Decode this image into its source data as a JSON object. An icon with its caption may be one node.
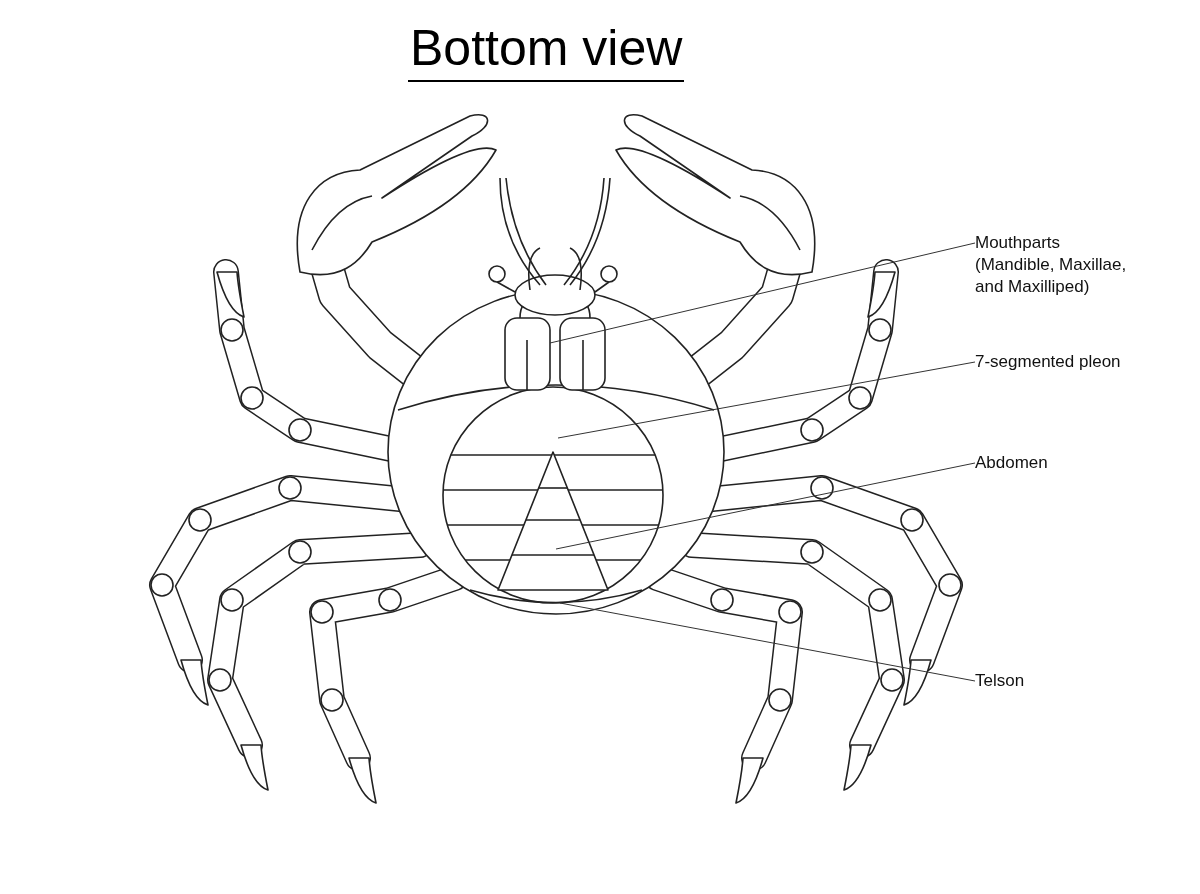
{
  "diagram": {
    "title": "Bottom view",
    "nodes": [
      {
        "text": [
          "Mouthparts",
          "(Mandible, Maxillae, and Maxilliped)"
        ]
      },
      {
        "text": [
          "7-segmented pleon"
        ]
      },
      {
        "text": [
          "Abdomen"
        ]
      },
      {
        "text": [
          "Telson"
        ]
      }
    ],
    "edges": [
      {
        "from": 0,
        "to": null,
        "arrow": "none"
      },
      {
        "from": 1,
        "to": null,
        "arrow": "none"
      },
      {
        "from": 2,
        "to": null,
        "arrow": "none"
      },
      {
        "from": 3,
        "to": null,
        "arrow": "none"
      }
    ]
  }
}
